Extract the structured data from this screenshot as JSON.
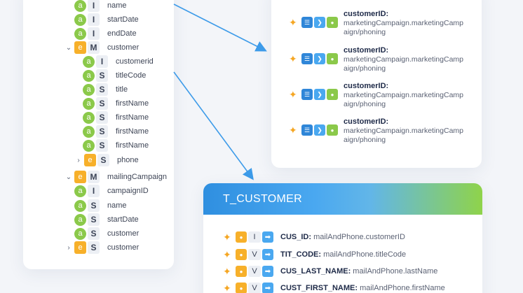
{
  "source_tree": {
    "rows": [
      {
        "chevron": "",
        "kind": "a",
        "type": "I",
        "label": "name"
      },
      {
        "chevron": "",
        "kind": "a",
        "type": "I",
        "label": "startDate"
      },
      {
        "chevron": "",
        "kind": "a",
        "type": "I",
        "label": "endDate"
      },
      {
        "chevron": "⌄",
        "kind": "e",
        "type": "M",
        "label": "customer"
      },
      {
        "chevron": "",
        "kind": "a",
        "type": "I",
        "label": "customerid"
      },
      {
        "chevron": "",
        "kind": "a",
        "type": "S",
        "label": "titleCode"
      },
      {
        "chevron": "",
        "kind": "a",
        "type": "S",
        "label": "title"
      },
      {
        "chevron": "",
        "kind": "a",
        "type": "S",
        "label": "firstName"
      },
      {
        "chevron": "",
        "kind": "a",
        "type": "S",
        "label": "firstName"
      },
      {
        "chevron": "",
        "kind": "a",
        "type": "S",
        "label": "firstName"
      },
      {
        "chevron": "",
        "kind": "a",
        "type": "S",
        "label": "firstName"
      },
      {
        "chevron": "›",
        "kind": "e",
        "type": "S",
        "label": "phone"
      },
      {
        "chevron": "⌄",
        "kind": "e",
        "type": "M",
        "label": "mailingCampaign"
      },
      {
        "chevron": "",
        "kind": "a",
        "type": "I",
        "label": "campaignID"
      },
      {
        "chevron": "",
        "kind": "a",
        "type": "S",
        "label": "name"
      },
      {
        "chevron": "",
        "kind": "a",
        "type": "S",
        "label": "startDate"
      },
      {
        "chevron": "",
        "kind": "a",
        "type": "S",
        "label": "customer"
      },
      {
        "chevron": "›",
        "kind": "e",
        "type": "S",
        "label": "customer"
      }
    ]
  },
  "mappings": {
    "icons": {
      "spark": "✦",
      "list": "☰",
      "next": "❯",
      "tool": "🔧"
    },
    "rows": [
      {
        "key": "customerID:",
        "value": "marketingCampaign.marketingCampaign/phoning"
      },
      {
        "key": "customerID:",
        "value": "marketingCampaign.marketingCampaign/phoning"
      },
      {
        "key": "customerID:",
        "value": "marketingCampaign.marketingCampaign/phoning"
      },
      {
        "key": "customerID:",
        "value": "marketingCampaign.marketingCampaign/phoning"
      }
    ]
  },
  "table": {
    "title": "T_CUSTOMER",
    "icons": {
      "spark": "✦",
      "bulb": "💡",
      "arrow": "➡"
    },
    "columns": [
      {
        "type": "I",
        "key": "CUS_ID:",
        "value": "mailAndPhone.customerID"
      },
      {
        "type": "V",
        "key": "TIT_CODE:",
        "value": "mailAndPhone.titleCode"
      },
      {
        "type": "V",
        "key": "CUS_LAST_NAME:",
        "value": "mailAndPhone.lastName"
      },
      {
        "type": "V",
        "key": "CUST_FIRST_NAME:",
        "value": "mailAndPhone.firstName"
      }
    ]
  },
  "colors": {
    "primary_blue": "#2f86d8",
    "accent_green": "#8bc94a",
    "accent_orange": "#f7b02a"
  }
}
